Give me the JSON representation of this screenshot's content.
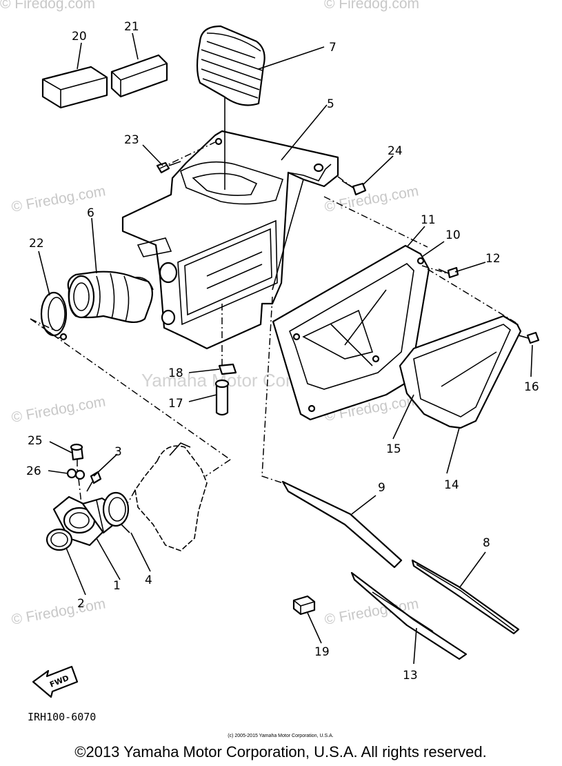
{
  "watermark": {
    "site": "© Firedog.com",
    "company": "Yamaha Motor Corp, U.S.A."
  },
  "callouts": [
    "1",
    "2",
    "3",
    "4",
    "5",
    "6",
    "7",
    "8",
    "9",
    "10",
    "11",
    "12",
    "13",
    "14",
    "15",
    "16",
    "17",
    "18",
    "19",
    "20",
    "21",
    "22",
    "23",
    "24",
    "25",
    "26"
  ],
  "fwd_label": "FWD",
  "diagram_code": "IRH100-6070",
  "copyright_small": "(c) 2005-2015 Yamaha Motor Corporation, U.S.A.",
  "copyright_main": "©2013 Yamaha Motor Corporation, U.S.A. All rights reserved."
}
